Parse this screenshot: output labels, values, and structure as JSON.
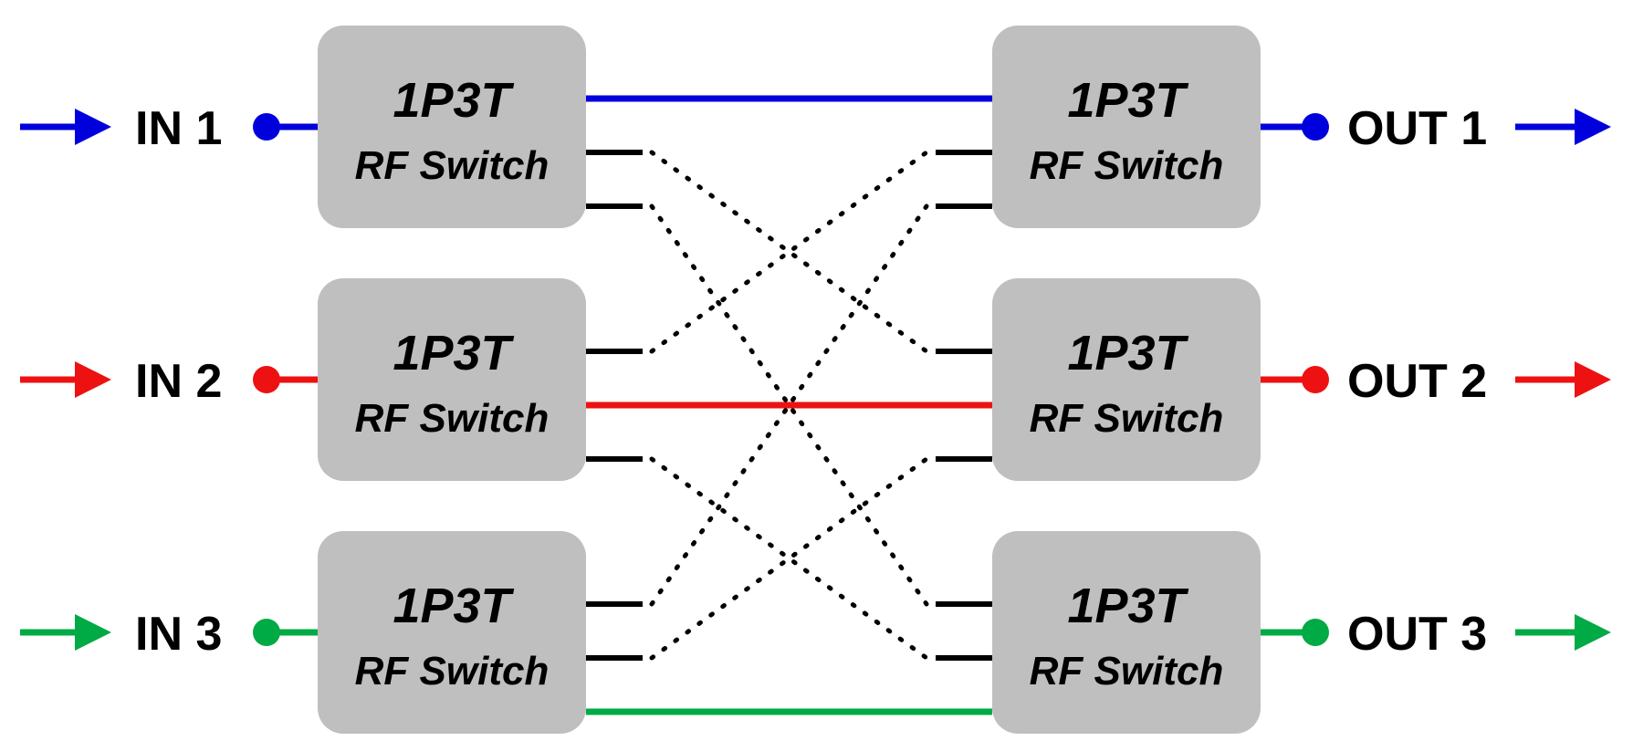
{
  "switch_title": "1P3T",
  "switch_subtitle": "RF Switch",
  "inputs": [
    {
      "label": "IN 1",
      "color": "#0000dd"
    },
    {
      "label": "IN 2",
      "color": "#ee1111"
    },
    {
      "label": "IN 3",
      "color": "#00aa44"
    }
  ],
  "outputs": [
    {
      "label": "OUT 1",
      "color": "#0000dd"
    },
    {
      "label": "OUT 2",
      "color": "#ee1111"
    },
    {
      "label": "OUT 3",
      "color": "#00aa44"
    }
  ],
  "active_paths": [
    {
      "from": "IN 1",
      "to": "OUT 1",
      "color": "#0000dd"
    },
    {
      "from": "IN 2",
      "to": "OUT 2",
      "color": "#ee1111"
    },
    {
      "from": "IN 3",
      "to": "OUT 3",
      "color": "#00aa44"
    }
  ]
}
